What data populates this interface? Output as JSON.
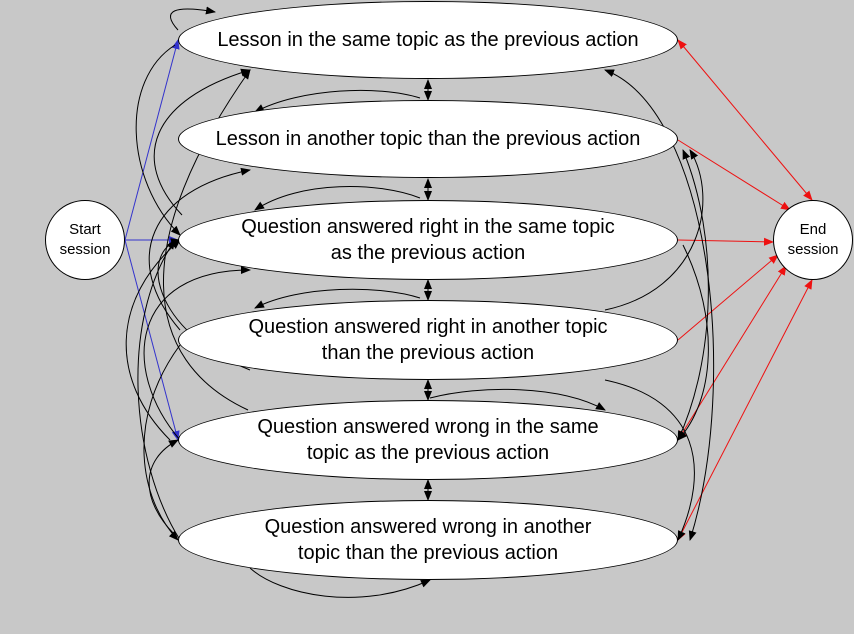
{
  "diagram": {
    "nodes": {
      "start": "Start\nsession",
      "end": "End\nsession",
      "lesson_same": "Lesson in the same topic as the previous action",
      "lesson_other": "Lesson in another topic than the previous action",
      "q_right_same": "Question answered right in the same topic\nas the previous action",
      "q_right_other": "Question answered right in another topic\nthan the previous action",
      "q_wrong_same": "Question answered wrong in the same\ntopic as the previous action",
      "q_wrong_other": "Question answered wrong in another\ntopic than the previous action"
    },
    "edge_colors": {
      "start_edges": "#3333cc",
      "end_edges": "#ee1111",
      "transitions": "#000000"
    }
  }
}
